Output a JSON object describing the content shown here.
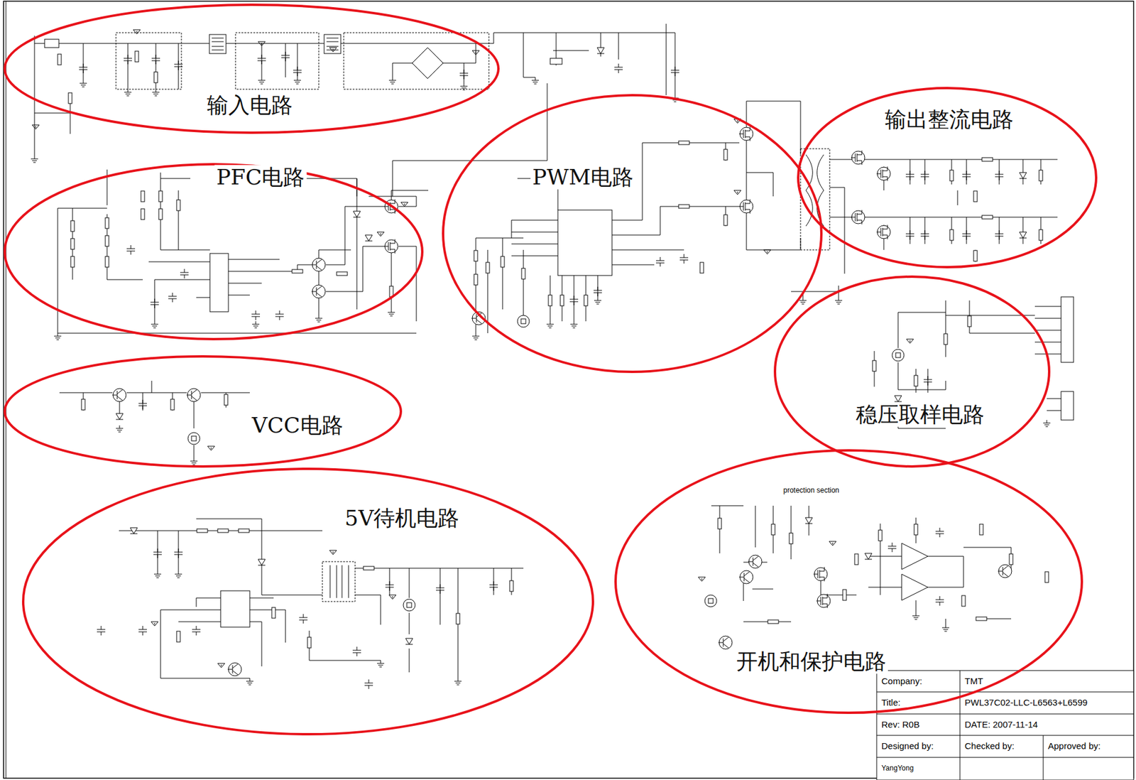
{
  "diagram": {
    "nodes": [
      {
        "text": [
          "输入电路"
        ]
      },
      {
        "text": [
          "PFC电路"
        ]
      },
      {
        "text": [
          "PWM电路"
        ]
      },
      {
        "text": [
          "输出整流电路"
        ]
      },
      {
        "text": [
          "稳压取样电路"
        ]
      },
      {
        "text": [
          "VCC电路"
        ]
      },
      {
        "text": [
          "5V待机电路"
        ]
      },
      {
        "text": [
          "开机和保护电路"
        ]
      }
    ],
    "labels": [
      "protection section",
      "Company:",
      "TMT",
      "Title:",
      "PWL37C02-LLC-L6563+L6599",
      "Rev: R0B",
      "DATE: 2007-11-14",
      "Designed by:",
      "Checked by:",
      "Approved by:",
      "YangYong"
    ]
  }
}
